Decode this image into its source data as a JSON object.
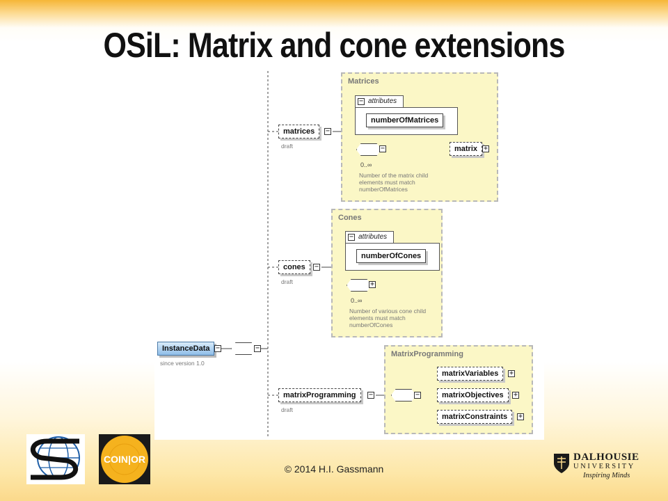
{
  "title": "OSiL: Matrix and cone extensions",
  "diagram": {
    "root": {
      "label": "InstanceData",
      "note": "since version 1.0"
    },
    "matrices": {
      "label": "matrices",
      "note": "draft",
      "group_title": "Matrices",
      "attributes_label": "attributes",
      "attribute": "numberOfMatrices",
      "child": "matrix",
      "cardinality": "0..∞",
      "doc": "Number of the matrix child elements must match numberOfMatrices"
    },
    "cones": {
      "label": "cones",
      "note": "draft",
      "group_title": "Cones",
      "attributes_label": "attributes",
      "attribute": "numberOfCones",
      "cardinality": "0..∞",
      "doc": "Number of various cone child elements must match numberOfCones"
    },
    "matrixProgramming": {
      "label": "matrixProgramming",
      "note": "draft",
      "group_title": "MatrixProgramming",
      "children": [
        "matrixVariables",
        "matrixObjectives",
        "matrixConstraints"
      ]
    }
  },
  "footer": {
    "copyright": "© 2014 H.I. Gassmann",
    "logo_left": "Sets logo",
    "logo_coin": "COIN|OR",
    "dalhousie_name": "DALHOUSIE",
    "dalhousie_university": "UNIVERSITY",
    "dalhousie_tagline": "Inspiring Minds"
  }
}
